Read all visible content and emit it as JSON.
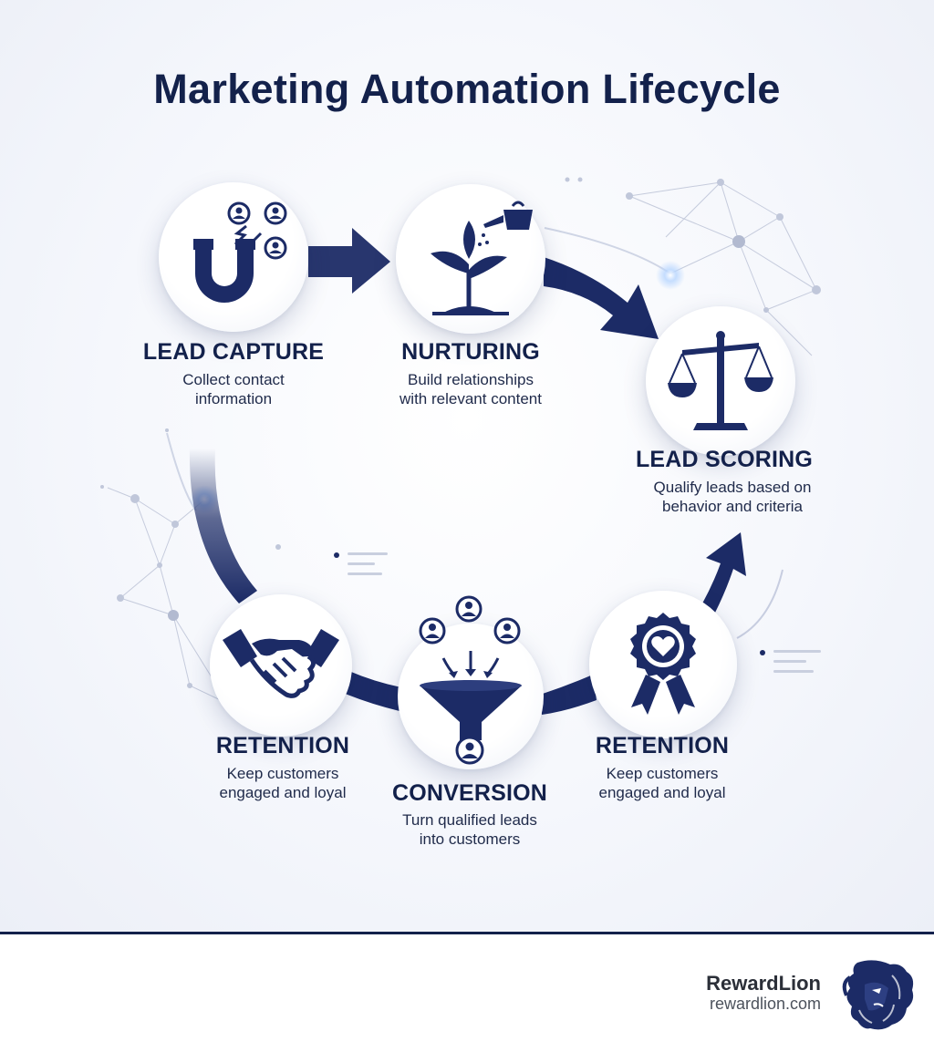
{
  "title": "Marketing Automation Lifecycle",
  "stages": [
    {
      "label": "LEAD CAPTURE",
      "desc_line1": "Collect contact",
      "desc_line2": "information",
      "icon": "magnet-icon"
    },
    {
      "label": "NURTURING",
      "desc_line1": "Build relationships",
      "desc_line2": "with relevant content",
      "icon": "plant-watering-icon"
    },
    {
      "label": "LEAD SCORING",
      "desc_line1": "Qualify leads based on",
      "desc_line2": "behavior and criteria",
      "icon": "scales-icon"
    },
    {
      "label": "RETENTION",
      "desc_line1": "Keep customers",
      "desc_line2": "engaged and loyal",
      "icon": "award-badge-icon"
    },
    {
      "label": "CONVERSION",
      "desc_line1": "Turn qualified leads",
      "desc_line2": "into customers",
      "icon": "funnel-icon"
    },
    {
      "label": "RETENTION",
      "desc_line1": "Keep customers",
      "desc_line2": "engaged and loyal",
      "icon": "handshake-icon"
    }
  ],
  "footer": {
    "brand_name": "RewardLion",
    "brand_url": "rewardlion.com",
    "logo_icon": "lion-head-icon"
  },
  "colors": {
    "navy": "#13214b",
    "arrow": "#1c2b66",
    "background": "#f5f7fc"
  }
}
